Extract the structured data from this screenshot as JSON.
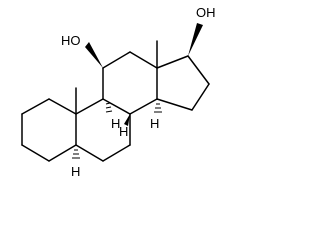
{
  "molecule": {
    "labels": {
      "hydroxyl_c11": "HO",
      "hydroxyl_c17": "OH",
      "hydrogen_c5": "H",
      "hydrogen_c8": "H",
      "hydrogen_c9": "H",
      "hydrogen_c14": "H"
    },
    "colors": {
      "bond": "#000000",
      "background": "#ffffff"
    }
  }
}
